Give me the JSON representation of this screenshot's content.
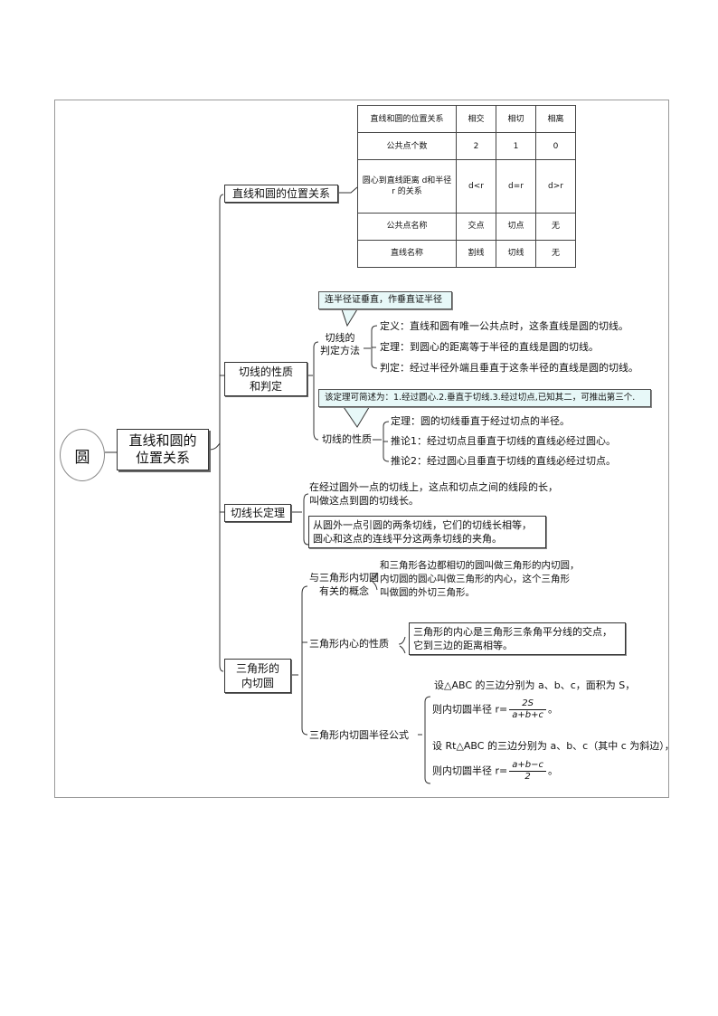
{
  "root": {
    "label": "圆"
  },
  "main": {
    "label_line1": "直线和圆的",
    "label_line2": "位置关系"
  },
  "branches": {
    "b1": {
      "label": "直线和圆的位置关系"
    },
    "b2": {
      "label_line1": "切线的性质",
      "label_line2": "和判定"
    },
    "b3": {
      "label": "切线长定理"
    },
    "b4": {
      "label_line1": "三角形的",
      "label_line2": "内切圆"
    }
  },
  "relation_table": {
    "header": [
      "直线和圆的位置关系",
      "相交",
      "相切",
      "相离"
    ],
    "rows": [
      [
        "公共点个数",
        "2",
        "1",
        "0"
      ],
      [
        "圆心到直线距离 d和半径 r 的关系",
        "d<r",
        "d=r",
        "d>r"
      ],
      [
        "公共点名称",
        "交点",
        "切点",
        "无"
      ],
      [
        "直线名称",
        "割线",
        "切线",
        "无"
      ]
    ]
  },
  "tangent_judgement": {
    "callout": "连半径证垂直，作垂直证半径",
    "label_line1": "切线的",
    "label_line2": "判定方法",
    "items": [
      "定义：直线和圆有唯一公共点时，这条直线是圆的切线。",
      "定理：到圆心的距离等于半径的直线是圆的切线。",
      "判定：经过半径外端且垂直于这条半径的直线是圆的切线。"
    ]
  },
  "tangent_property": {
    "callout": "该定理可简述为：1.经过圆心.2.垂直于切线.3.经过切点,已知其二，可推出第三个.",
    "label": "切线的性质",
    "items": [
      "定理：圆的切线垂直于经过切点的半径。",
      "推论1：经过切点且垂直于切线的直线必经过圆心。",
      "推论2：经过圆心且垂直于切线的直线必经过切点。"
    ]
  },
  "tangent_length": {
    "definition_line1": "在经过圆外一点的切线上，这点和切点之间的线段的长，",
    "definition_line2": "叫做这点到圆的切线长。",
    "theorem_line1": "从圆外一点引圆的两条切线，它们的切线长相等，",
    "theorem_line2": "圆心和这点的连线平分这两条切线的夹角。"
  },
  "incircle": {
    "concept_label_line1": "与三角形内切圆",
    "concept_label_line2": "有关的概念",
    "concept_line1": "和三角形各边都相切的圆叫做三角形的内切圆，",
    "concept_line2": "内切圆的圆心叫做三角形的内心，这个三角形",
    "concept_line3": "叫做圆的外切三角形。",
    "incenter_label": "三角形内心的性质",
    "incenter_line1": "三角形的内心是三角形三条角平分线的交点，",
    "incenter_line2": "它到三边的距离相等。",
    "radius_label": "三角形内切圆半径公式",
    "formula1_intro": "设△ABC 的三边分别为 a、b、c，面积为 S，",
    "formula1_lhs": "则内切圆半径 r=",
    "formula1_num": "2S",
    "formula1_den": "a+b+c",
    "formula1_end": "。",
    "formula2_intro": "设 Rt△ABC 的三边分别为 a、b、c（其中 c 为斜边），",
    "formula2_lhs": "则内切圆半径 r=",
    "formula2_num": "a+b−c",
    "formula2_den": "2",
    "formula2_end": "。"
  }
}
